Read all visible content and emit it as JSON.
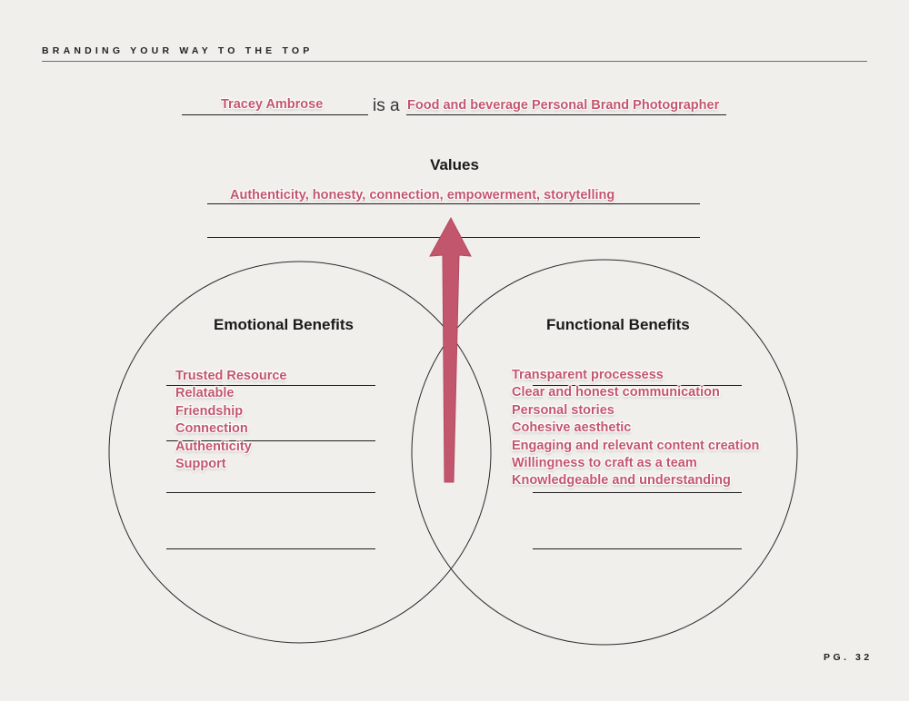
{
  "header": {
    "title": "BRANDING YOUR WAY TO THE TOP"
  },
  "statement": {
    "name": "Tracey Ambrose",
    "connector": "is a",
    "role": "Food and beverage Personal Brand Photographer"
  },
  "values": {
    "title": "Values",
    "answer": "Authenticity, honesty, connection, empowerment, storytelling"
  },
  "emotional": {
    "title": "Emotional Benefits",
    "items": [
      "Trusted Resource",
      "Relatable",
      "Friendship",
      "Connection",
      "Authenticity",
      "Support"
    ]
  },
  "functional": {
    "title": "Functional Benefits",
    "items": [
      "Transparent processess",
      "Clear and honest communication",
      "Personal stories",
      "Cohesive aesthetic",
      "Engaging and relevant content creation",
      "Willingness to craft as a team",
      "Knowledgeable and understanding"
    ]
  },
  "arrow_color": "#c2566d",
  "footer": {
    "page": "PG. 32"
  }
}
